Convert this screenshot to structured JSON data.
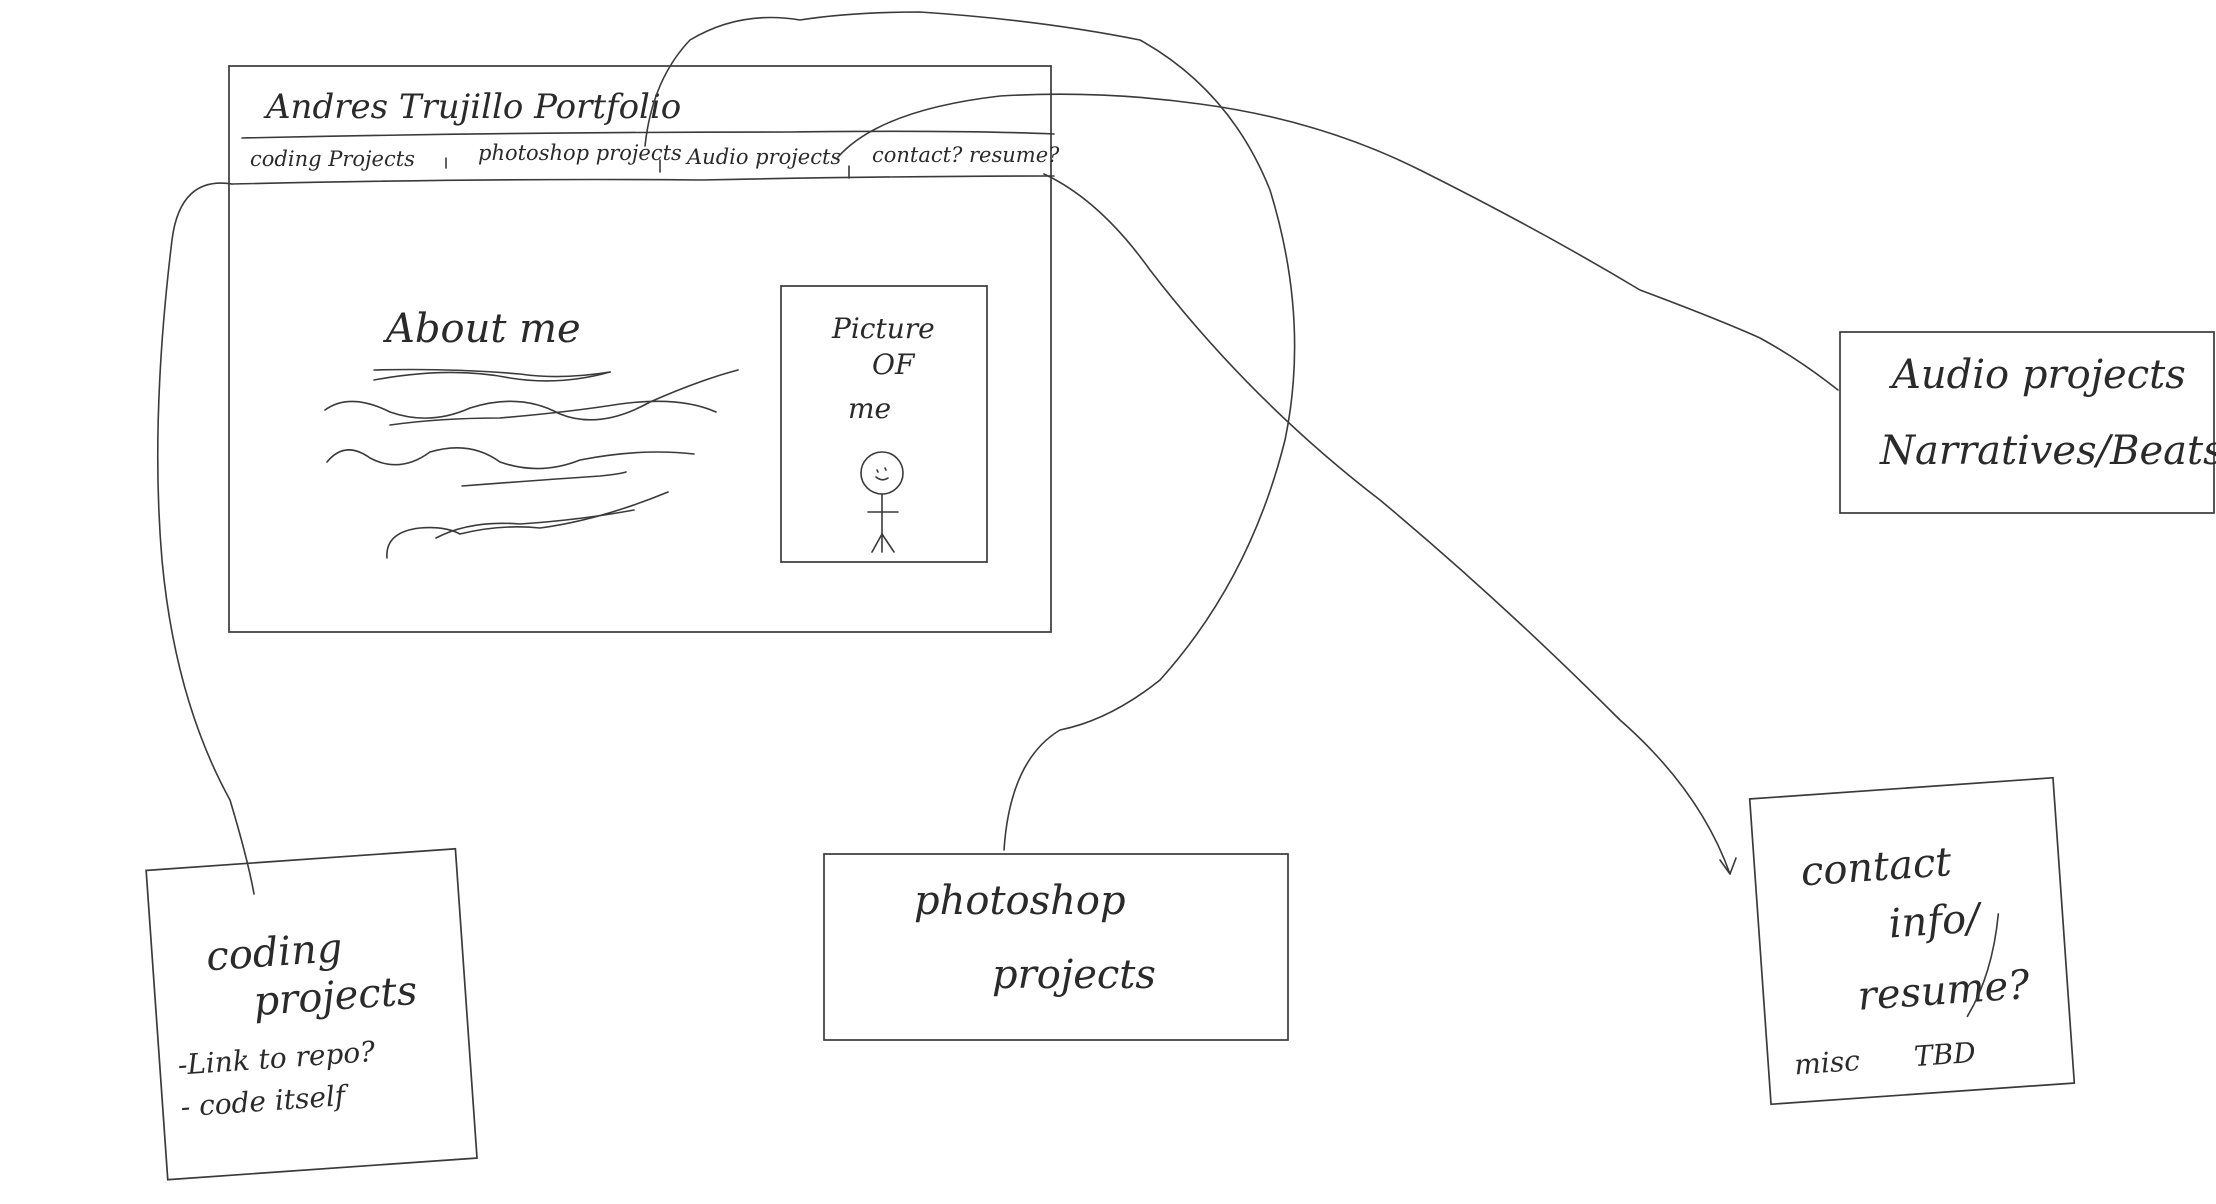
{
  "mockup": {
    "title": "Andres Trujillo Portfolio",
    "nav": [
      "coding Projects",
      "photoshop projects",
      "Audio projects",
      "contact? resume?"
    ],
    "about_heading": "About me",
    "picture_lines": [
      "Picture",
      "OF",
      "me"
    ]
  },
  "cards": {
    "coding": {
      "lines": [
        "coding",
        "projects",
        "-Link to repo?",
        "- code itself"
      ]
    },
    "photoshop": {
      "lines": [
        "photoshop",
        "projects"
      ]
    },
    "audio": {
      "lines": [
        "Audio projects",
        "Narratives/Beats?"
      ]
    },
    "contact": {
      "lines": [
        "contact",
        "info/",
        "resume?",
        "misc",
        "TBD"
      ]
    }
  }
}
